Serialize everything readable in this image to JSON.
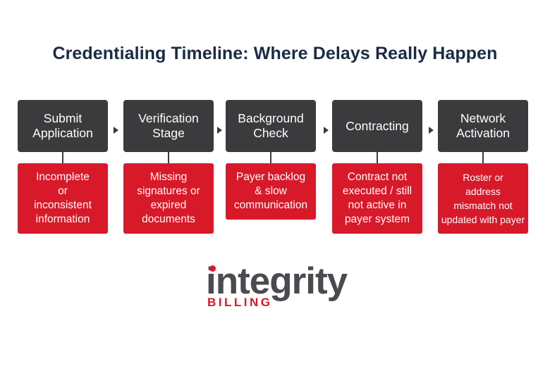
{
  "title": "Credentialing Timeline: Where Delays Really Happen",
  "colors": {
    "stage_box": "#3b3b3e",
    "delay_box": "#d7192a",
    "title": "#1b2b45",
    "logo_text": "#4a4a4f",
    "logo_accent": "#d7192a"
  },
  "stages": [
    {
      "label": "Submit\nApplication",
      "delay": "Incomplete\nor\ninconsistent\ninformation"
    },
    {
      "label": "Verification\nStage",
      "delay": "Missing\nsignatures or\nexpired\ndocuments"
    },
    {
      "label": "Background\nCheck",
      "delay": "Payer backlog\n& slow\ncommunication"
    },
    {
      "label": "Contracting",
      "delay": "Contract not\nexecuted / still\nnot active in\npayer system"
    },
    {
      "label": "Network\nActivation",
      "delay": "Roster or\naddress\nmismatch not\nupdated with payer"
    }
  ],
  "logo": {
    "word": "integrity",
    "sub": "BILLING"
  }
}
